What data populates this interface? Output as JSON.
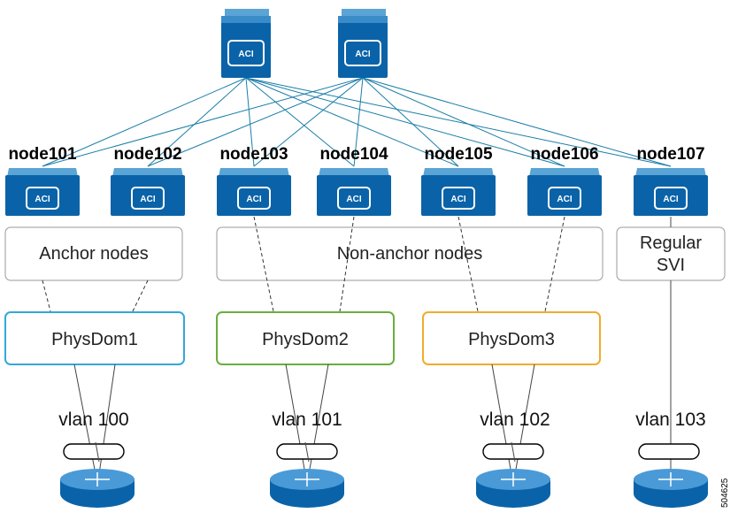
{
  "spines": [
    {
      "badge": "ACI"
    },
    {
      "badge": "ACI"
    }
  ],
  "leaves": [
    {
      "name": "node101",
      "badge": "ACI"
    },
    {
      "name": "node102",
      "badge": "ACI"
    },
    {
      "name": "node103",
      "badge": "ACI"
    },
    {
      "name": "node104",
      "badge": "ACI"
    },
    {
      "name": "node105",
      "badge": "ACI"
    },
    {
      "name": "node106",
      "badge": "ACI"
    },
    {
      "name": "node107",
      "badge": "ACI"
    }
  ],
  "groups": {
    "anchor": "Anchor nodes",
    "non_anchor": "Non-anchor nodes",
    "regular_line1": "Regular",
    "regular_line2": "SVI"
  },
  "domains": [
    {
      "name": "PhysDom1",
      "color": "#34a8d8"
    },
    {
      "name": "PhysDom2",
      "color": "#6aae3c"
    },
    {
      "name": "PhysDom3",
      "color": "#f0ac2a"
    }
  ],
  "vlans": [
    "vlan 100",
    "vlan 101",
    "vlan 102",
    "vlan 103"
  ],
  "figure_number": "504625",
  "colors": {
    "device_top": "#3a8cc8",
    "device_front": "#0a63a8",
    "link": "#1a7ea8"
  }
}
